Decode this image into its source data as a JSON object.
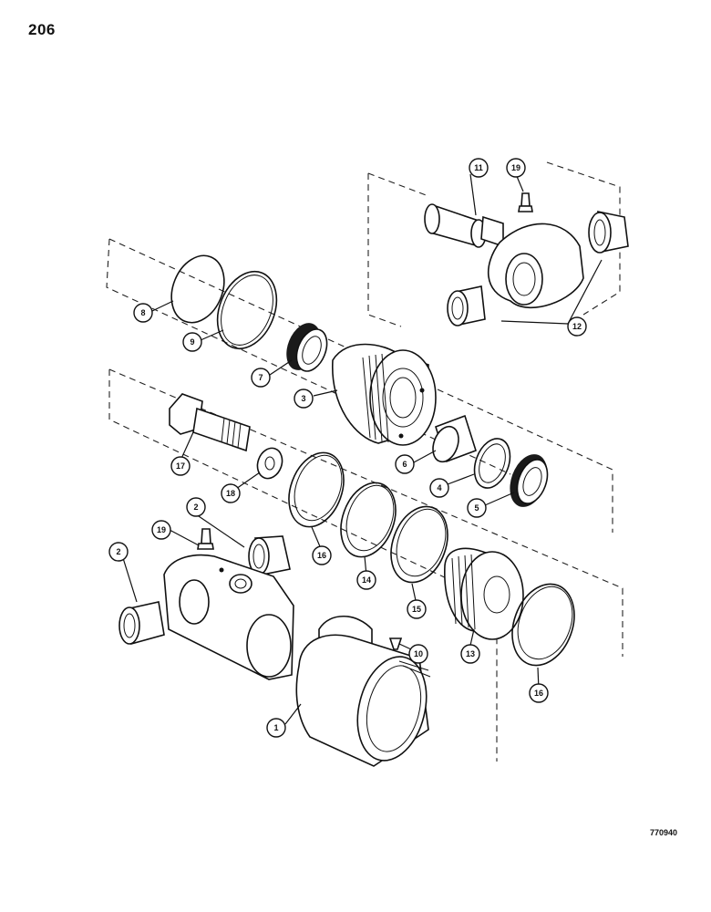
{
  "page": {
    "number": "206",
    "figure_code": "770940"
  },
  "callouts": [
    {
      "id": "c1",
      "label": "1"
    },
    {
      "id": "c2a",
      "label": "2"
    },
    {
      "id": "c2b",
      "label": "2"
    },
    {
      "id": "c3",
      "label": "3"
    },
    {
      "id": "c4",
      "label": "4"
    },
    {
      "id": "c5",
      "label": "5"
    },
    {
      "id": "c6",
      "label": "6"
    },
    {
      "id": "c7",
      "label": "7"
    },
    {
      "id": "c8",
      "label": "8"
    },
    {
      "id": "c9",
      "label": "9"
    },
    {
      "id": "c10",
      "label": "10"
    },
    {
      "id": "c11",
      "label": "11"
    },
    {
      "id": "c12",
      "label": "12"
    },
    {
      "id": "c13",
      "label": "13"
    },
    {
      "id": "c14",
      "label": "14"
    },
    {
      "id": "c15",
      "label": "15"
    },
    {
      "id": "c16a",
      "label": "16"
    },
    {
      "id": "c16b",
      "label": "16"
    },
    {
      "id": "c17",
      "label": "17"
    },
    {
      "id": "c18",
      "label": "18"
    },
    {
      "id": "c19a",
      "label": "19"
    },
    {
      "id": "c19b",
      "label": "19"
    }
  ]
}
